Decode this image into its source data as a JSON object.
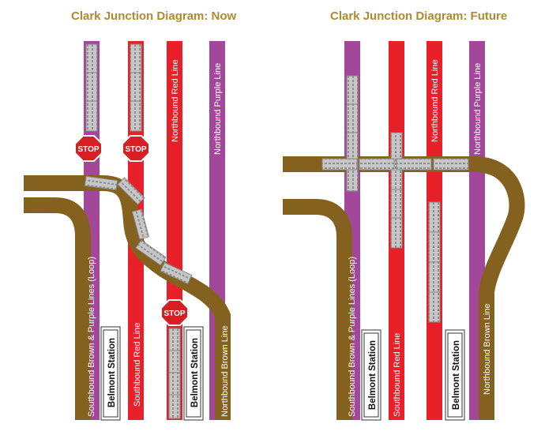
{
  "titles": {
    "now": "Clark Junction Diagram: Now",
    "future": "Clark Junction Diagram: Future"
  },
  "labels": {
    "nb_red": "Northbound Red Line",
    "nb_purple": "Northbound Purple Line",
    "sb_brown_purple": "Southbound Brown & Purple Lines (Loop)",
    "sb_red": "Southbound Red Line",
    "nb_brown": "Northbound Brown Line",
    "station": "Belmont Station",
    "stop": "STOP"
  },
  "colors": {
    "title": "#b08a30",
    "brown": "#85611f",
    "red": "#e8202a",
    "purple": "#a3479a",
    "train": "#c8c8c8",
    "stop": "#d42025"
  }
}
